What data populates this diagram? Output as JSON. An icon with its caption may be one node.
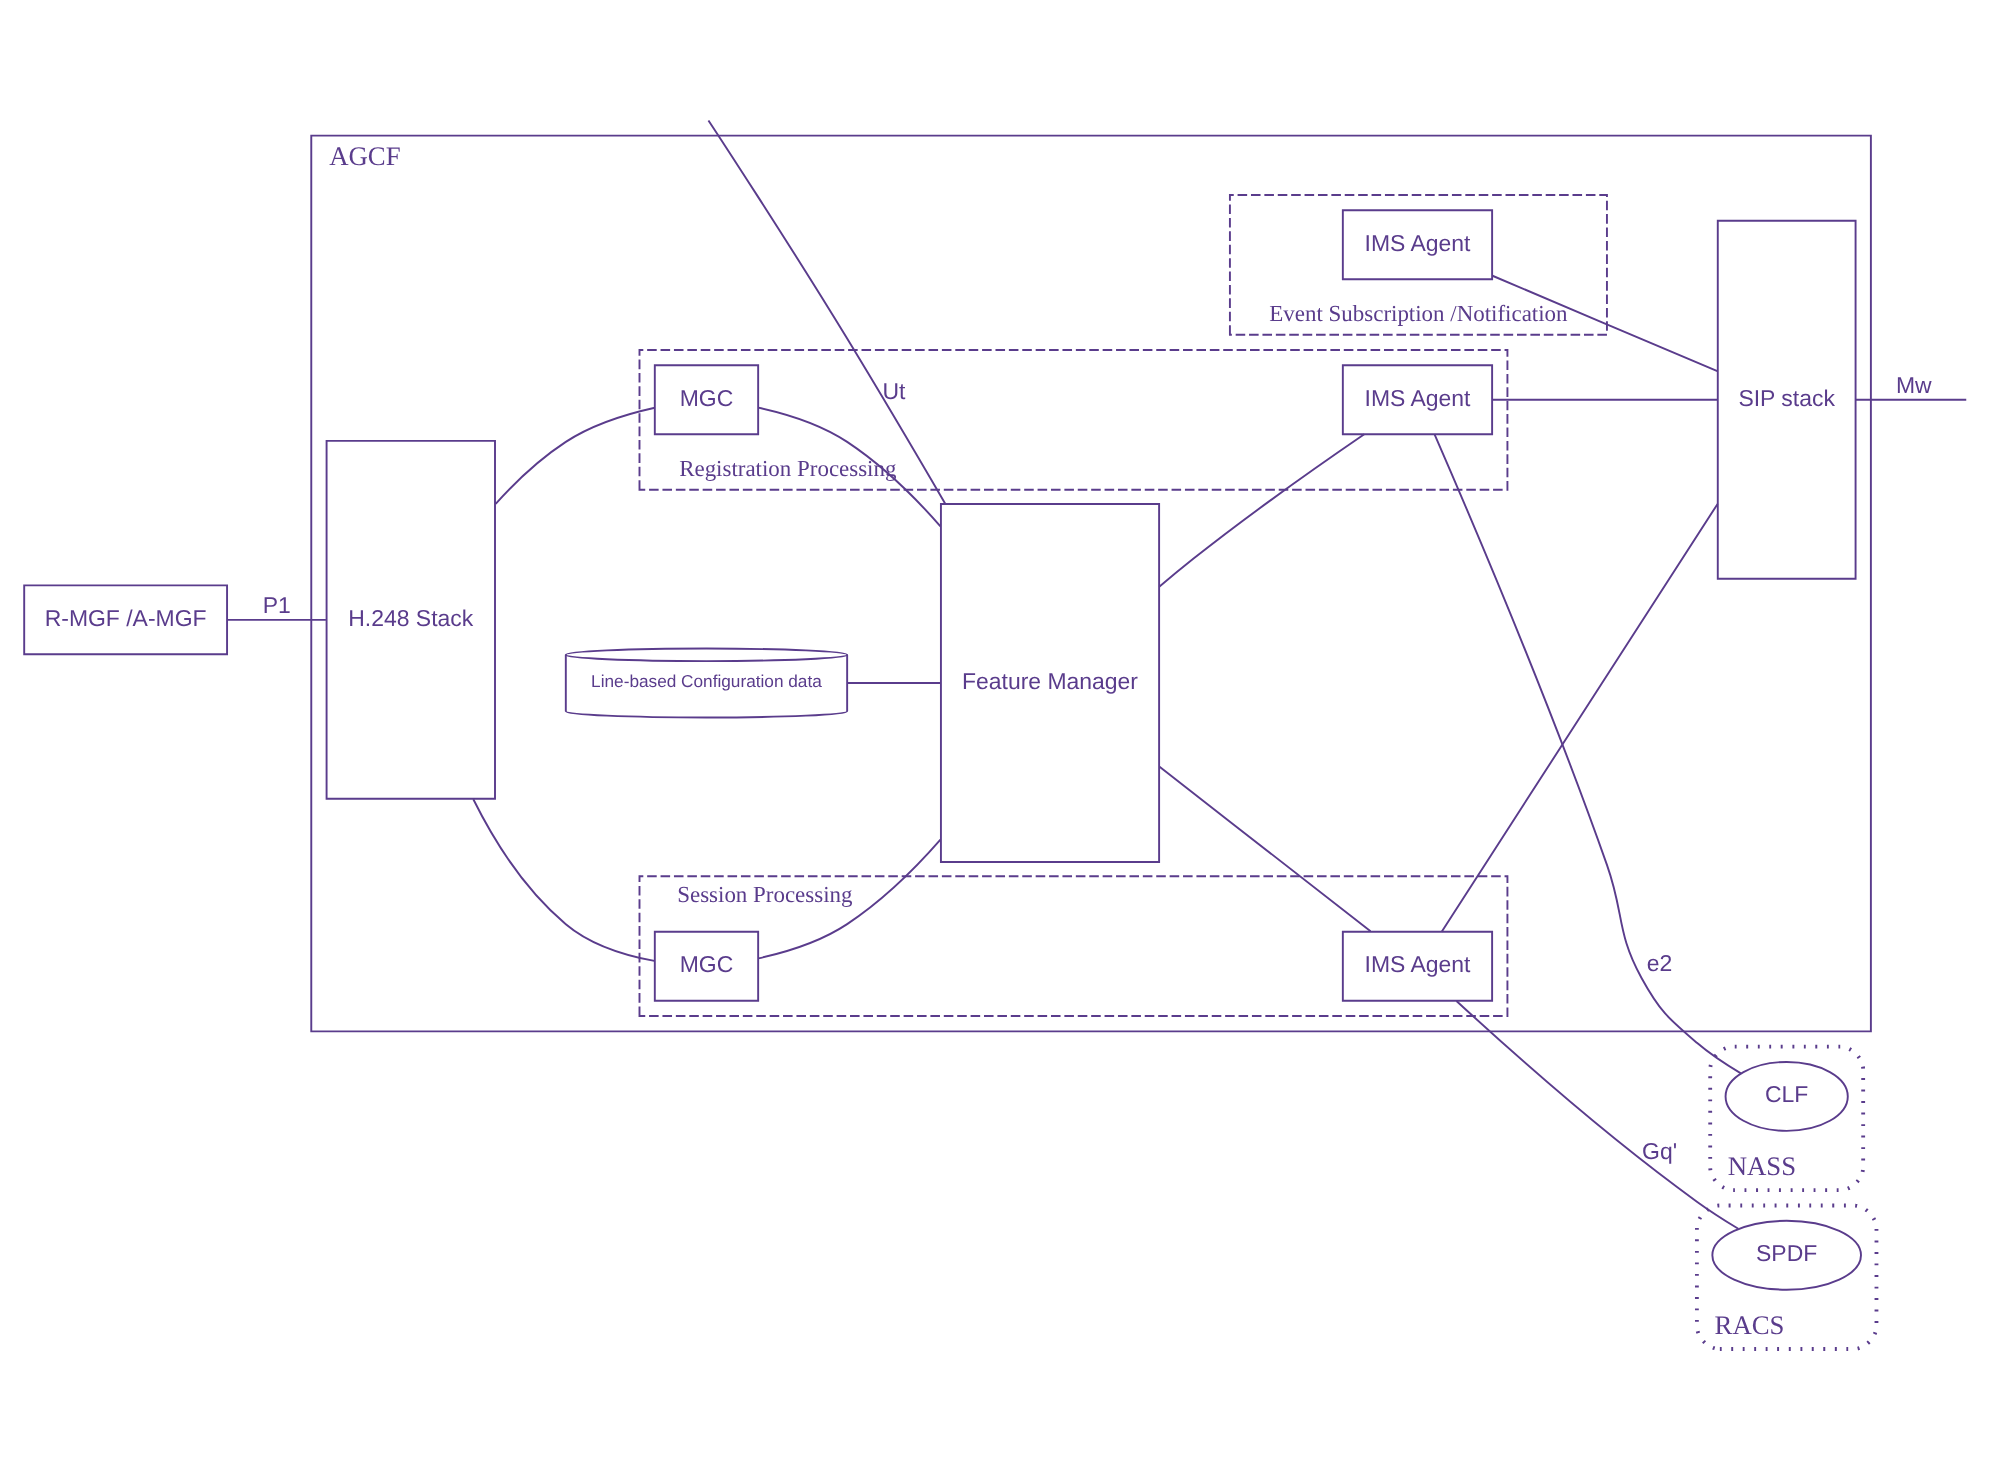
{
  "diagram": {
    "nodes": [
      {
        "text": [
          "AGCF"
        ]
      },
      {
        "text": [
          "H.248 Stack"
        ],
        "in": 0
      },
      {
        "text": [
          "Feature Manager"
        ],
        "in": 0
      },
      {
        "text": [
          "SIP stack"
        ],
        "in": 0
      },
      {
        "text": [
          "Registration Processing"
        ],
        "in": 0
      },
      {
        "text": [
          "MGC"
        ],
        "in": 4
      },
      {
        "text": [
          "IMS Agent"
        ],
        "in": 4
      },
      {
        "text": [
          "Event Subscription /Notification"
        ],
        "in": 0
      },
      {
        "text": [
          "IMS Agent"
        ],
        "in": 7
      },
      {
        "text": [
          "Line-based Configuration data"
        ],
        "in": 0
      },
      {
        "text": [
          "Session Processing"
        ],
        "in": 0
      },
      {
        "text": [
          "MGC"
        ],
        "in": 10
      },
      {
        "text": [
          "IMS Agent"
        ],
        "in": 10
      },
      {
        "text": [
          "NASS"
        ]
      },
      {
        "text": [
          "CLF"
        ],
        "in": 13
      },
      {
        "text": [
          "RACS"
        ]
      },
      {
        "text": [
          "SPDF"
        ],
        "in": 15
      },
      {
        "text": [
          "R-MGF /A-MGF"
        ]
      }
    ],
    "edges": [
      {
        "from": null,
        "to": 2,
        "arrow": "none",
        "label": "Ut"
      },
      {
        "from": 6,
        "to": 14,
        "arrow": "none",
        "label": "e2"
      },
      {
        "from": 1,
        "to": 5,
        "arrow": "none"
      },
      {
        "from": 5,
        "to": 2,
        "arrow": "none"
      },
      {
        "from": 2,
        "to": 6,
        "arrow": "none"
      },
      {
        "from": 6,
        "to": 3,
        "arrow": "none"
      },
      {
        "from": 8,
        "to": 3,
        "arrow": "none"
      },
      {
        "from": 3,
        "to": null,
        "arrow": "none",
        "label": "Mw"
      },
      {
        "from": 9,
        "to": 2,
        "arrow": "none"
      },
      {
        "from": 1,
        "to": 11,
        "arrow": "none"
      },
      {
        "from": 11,
        "to": 2,
        "arrow": "none"
      },
      {
        "from": 2,
        "to": 12,
        "arrow": "none"
      },
      {
        "from": 12,
        "to": 3,
        "arrow": "none"
      },
      {
        "from": 12,
        "to": 16,
        "arrow": "none",
        "label": "Gq'"
      },
      {
        "from": 17,
        "to": 1,
        "arrow": "none",
        "label": "P1"
      }
    ]
  }
}
